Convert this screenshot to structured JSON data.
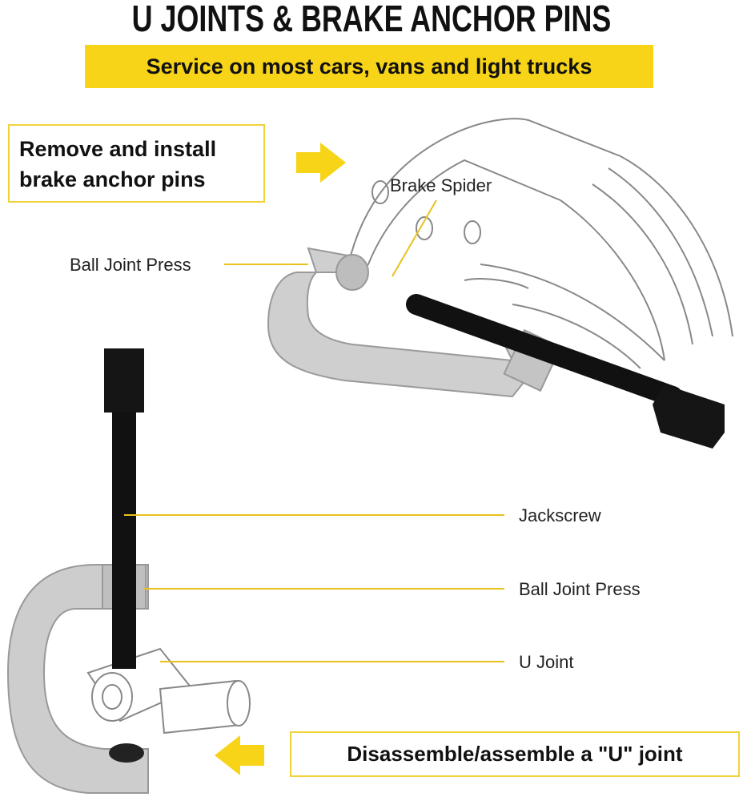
{
  "title": "U JOINTS & BRAKE ANCHOR PINS",
  "banner": "Service on most cars, vans and light trucks",
  "callout_top": {
    "line1": "Remove and install",
    "line2": "brake anchor pins"
  },
  "callout_bottom": "Disassemble/assemble a \"U\" joint",
  "labels": {
    "brake_spider": "Brake Spider",
    "ball_joint_press_top": "Ball Joint Press",
    "jackscrew": "Jackscrew",
    "ball_joint_press_bottom": "Ball Joint Press",
    "u_joint": "U Joint"
  },
  "colors": {
    "accent": "#f7d417",
    "press": "#c9c9c9",
    "screw": "#111111"
  }
}
